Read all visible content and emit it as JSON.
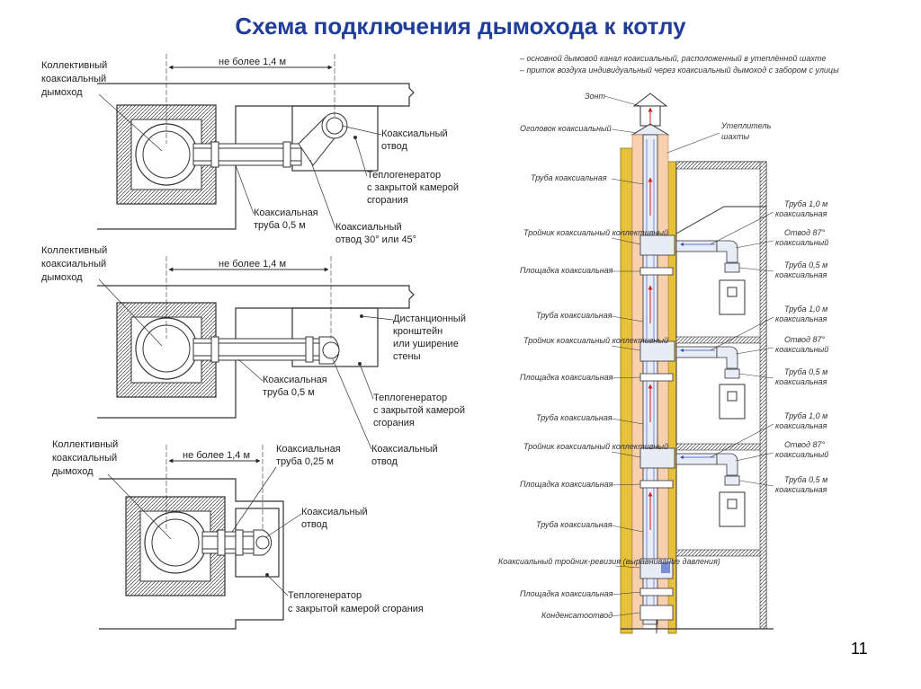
{
  "page": {
    "title": "Схема подключения дымохода к котлу",
    "page_number": "11"
  },
  "colors": {
    "title": "#1f3d99",
    "insulation": "#f7d0b0",
    "brick": "#e6c23a",
    "pipe_fill": "#e8ecf7",
    "arrow_blue": "#3050c0",
    "arrow_red": "#d02020"
  },
  "legend": {
    "line1": "– основной дымовой канал коаксиальный, расположенный в утеплённой шахте",
    "line2": "– приток воздуха индивидуальный через коаксиальный дымоход с забором с улицы"
  },
  "plans": [
    {
      "dimension": "не более 1,4 м",
      "chimney": [
        "Коллективный",
        "коаксиальный",
        "дымоход"
      ],
      "labels": [
        {
          "lines": [
            "Коаксиальный",
            "отвод"
          ]
        },
        {
          "lines": [
            "Теплогенератор",
            "с закрытой камерой",
            "сгорания"
          ]
        },
        {
          "lines": [
            "Коаксиальная",
            "труба 0,5 м"
          ]
        },
        {
          "lines": [
            "Коаксиальный",
            "отвод 30° или 45°"
          ]
        }
      ]
    },
    {
      "dimension": "не более 1,4 м",
      "chimney": [
        "Коллективный",
        "коаксиальный",
        "дымоход"
      ],
      "labels": [
        {
          "lines": [
            "Дистанционный",
            "кронштейн",
            "или уширение",
            "стены"
          ]
        },
        {
          "lines": [
            "Коаксиальная",
            "труба 0,5 м"
          ]
        },
        {
          "lines": [
            "Теплогенератор",
            "с закрытой камерой",
            "сгорания"
          ]
        },
        {
          "lines": [
            "Коаксиальный",
            "отвод"
          ]
        }
      ]
    },
    {
      "dimension": "не более 1,4 м",
      "chimney": [
        "Коллективный",
        "коаксиальный",
        "дымоход"
      ],
      "labels": [
        {
          "lines": [
            "Коаксиальная",
            "труба 0,25 м"
          ]
        },
        {
          "lines": [
            "Коаксиальный",
            "отвод"
          ]
        },
        {
          "lines": [
            "Теплогенератор",
            "с закрытой камерой сгорания"
          ]
        }
      ]
    }
  ],
  "section": {
    "left_labels": [
      "Зонт",
      "Оголовок коаксиальный",
      "Труба коаксиальная",
      "Тройник коаксиальный коллективный",
      "Площадка коаксиальная",
      "Труба коаксиальная",
      "Тройник коаксиальный коллективный",
      "Площадка коаксиальная",
      "Труба коаксиальная",
      "Тройник коаксиальный коллективный",
      "Площадка коаксиальная",
      "Труба коаксиальная",
      "Коаксиальный тройник-ревизия (выравнивание давления)",
      "Площадка коаксиальная",
      "Конденсатоотвод"
    ],
    "insulation_label": [
      "Утеплитель",
      "шахты"
    ],
    "floor_labels": [
      [
        "Труба 1,0 м",
        "коаксиальная"
      ],
      [
        "Отвод 87°",
        "коаксиальный"
      ],
      [
        "Труба 0,5 м",
        "коаксиальная"
      ]
    ]
  }
}
